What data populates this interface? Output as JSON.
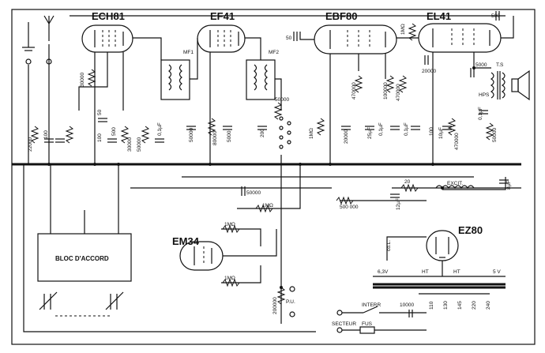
{
  "tubes": {
    "ech81": "ECH81",
    "ef41": "EF41",
    "ebf80": "EBF80",
    "el41": "EL41",
    "em34": "EM34",
    "ez80": "EZ80"
  },
  "blocks": {
    "bloc_accord": "BLOC D'ACCORD",
    "mf1": "MF1",
    "mf2": "MF2",
    "ts": "T.S",
    "hps": "HPS",
    "excit": "EXCIT.",
    "interr": "INTERR",
    "secteur": "SECTEUR",
    "fus": "FUS",
    "pu": "P.U.",
    "cdl": "cd.L."
  },
  "transformer": {
    "v63": "6,3V",
    "ht1": "HT",
    "ht2": "HT",
    "v5": "5 V",
    "taps": [
      "110",
      "130",
      "145",
      "220",
      "240"
    ]
  },
  "values": {
    "c500_top": "500",
    "c50_ebf": "50",
    "r1m_el41": "1MΩ",
    "r30000": "30000",
    "c50_ech": "50",
    "c5000": "5000",
    "c20000": "20000",
    "c0_1uf_ts": "0,1µF",
    "r50000_right": "50000",
    "r22000": "22000",
    "c100_a": "100",
    "c100_b": "100",
    "c500_a": "500",
    "r30000_b": "30000",
    "r50000_a": "50000",
    "c0_1uf_a": "0,1µF",
    "c50000_ef": "50000",
    "r80000": "80000",
    "r5000": "5000",
    "c200": "200",
    "r50000_sw": "50000",
    "r1m_ebf": "1MΩ",
    "r470000": "470000",
    "r100000": "100000",
    "r470000_b": "470000",
    "r20000": "20000",
    "c25uf": "25µF",
    "c0_1uf_b": "0,1µF",
    "c0_1uf_c": "0,1µF",
    "r100": "100",
    "c10uf": "10µF",
    "r470000_c": "470000",
    "r20": "20",
    "c8uf": "8µF",
    "c50000_b": "50000",
    "r500000": "500 000",
    "c12uf": "12µF",
    "r1m_em": "1MΩ",
    "r1m_em_top": "1MΩ",
    "r1m_em_bot": "1MΩ",
    "r200000": "200000",
    "c10000": "10000"
  }
}
